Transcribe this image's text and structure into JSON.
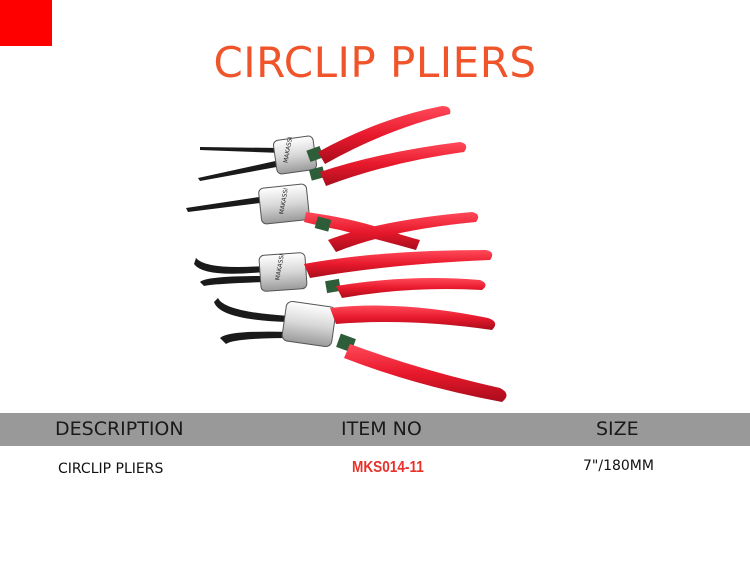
{
  "page": {
    "title": "CIRCLIP PLIERS",
    "accent_color": "#ff0000",
    "title_color": "#f0542a",
    "header_bg": "#999999"
  },
  "product_image": {
    "brand_mark": "MAKASSI",
    "handle_color": "#e8192c",
    "icon": "circlip-pliers-set"
  },
  "spec_table": {
    "headers": {
      "description": "DESCRIPTION",
      "item_no": "ITEM NO",
      "size": "SIZE"
    },
    "rows": [
      {
        "description": "CIRCLIP PLIERS",
        "item_no": "MKS014-11",
        "size": "7\"/180MM"
      }
    ]
  }
}
